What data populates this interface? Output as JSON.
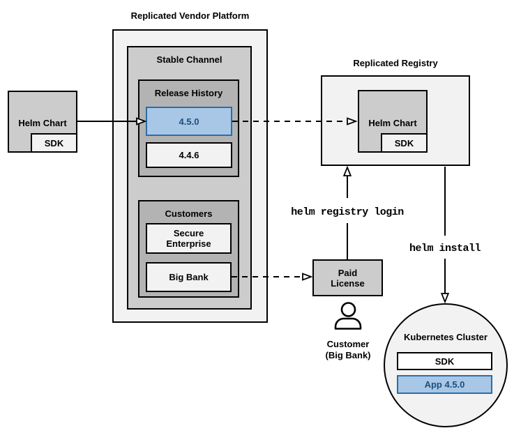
{
  "colors": {
    "light": "#f2f2f2",
    "mid": "#cccccc",
    "dark": "#b3b3b3",
    "white": "#ffffff",
    "blue_fill": "#a8c7e7",
    "blue_border": "#2e6da4",
    "blue_text": "#1f4e79",
    "line": "#000000"
  },
  "platform": {
    "title": "Replicated Vendor Platform",
    "stable_channel": {
      "label": "Stable Channel"
    },
    "release_history": {
      "label": "Release History",
      "releases": [
        "4.5.0",
        "4.4.6"
      ],
      "highlighted_release": "4.5.0"
    },
    "customers": {
      "label": "Customers",
      "items": [
        "Secure Enterprise",
        "Big Bank"
      ]
    }
  },
  "helm_chart_source": {
    "label": "Helm Chart",
    "sdk_label": "SDK"
  },
  "registry": {
    "title": "Replicated Registry",
    "helm_chart": {
      "label": "Helm Chart",
      "sdk_label": "SDK"
    }
  },
  "paid_license": {
    "label": "Paid License"
  },
  "customer": {
    "name": "Customer",
    "detail": "(Big Bank)"
  },
  "commands": {
    "registry_login": "helm registry login",
    "install": "helm install"
  },
  "cluster": {
    "title": "Kubernetes Cluster",
    "sdk_label": "SDK",
    "app_label": "App 4.5.0"
  }
}
